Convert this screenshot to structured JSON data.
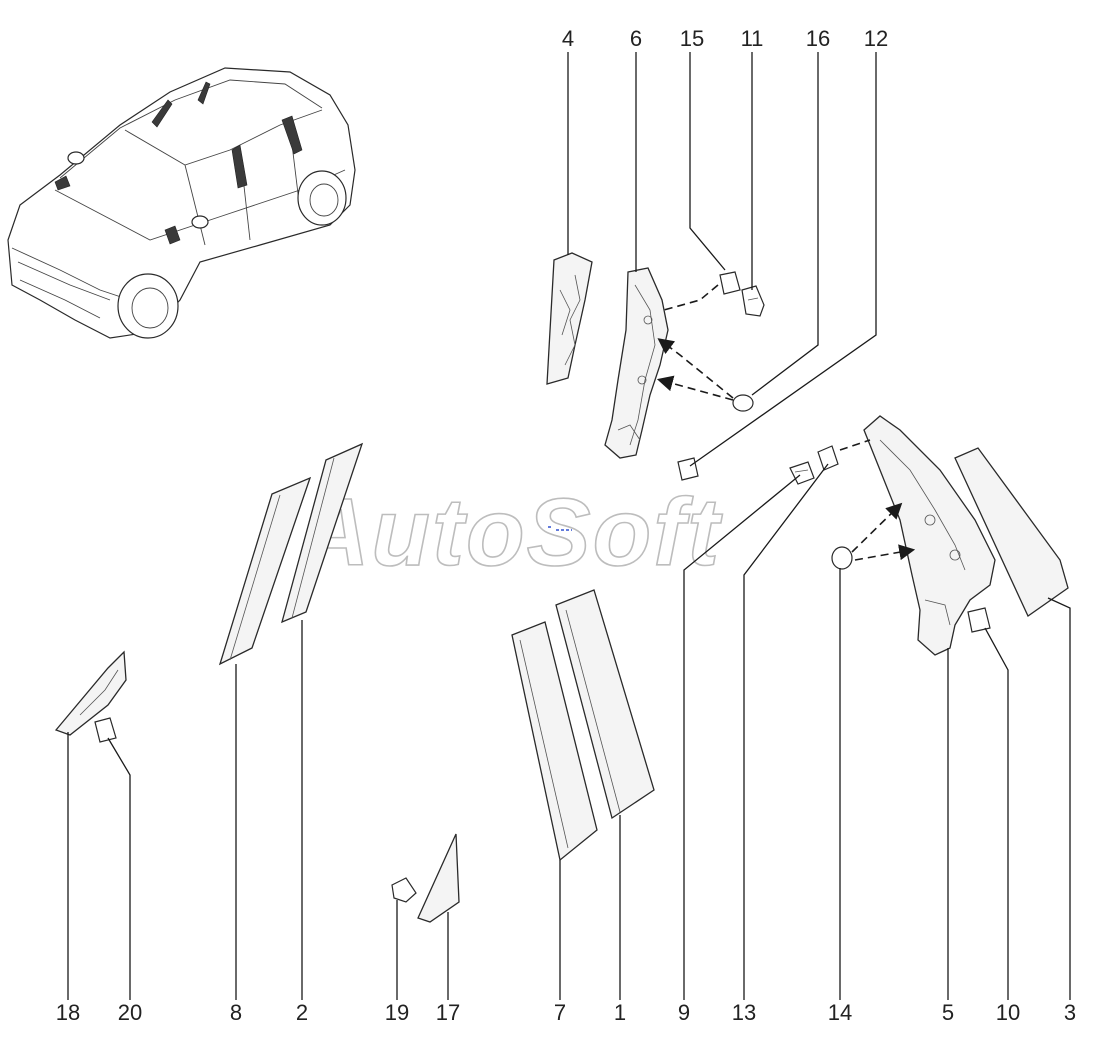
{
  "watermark": "AutoSoft",
  "callout_labels": {
    "l4": "4",
    "l6": "6",
    "l15": "15",
    "l11": "11",
    "l16": "16",
    "l12": "12",
    "l18": "18",
    "l20": "20",
    "l8": "8",
    "l2": "2",
    "l19": "19",
    "l17": "17",
    "l7": "7",
    "l1": "1",
    "l9": "9",
    "l13": "13",
    "l14": "14",
    "l5": "5",
    "l10": "10",
    "l3": "3"
  }
}
